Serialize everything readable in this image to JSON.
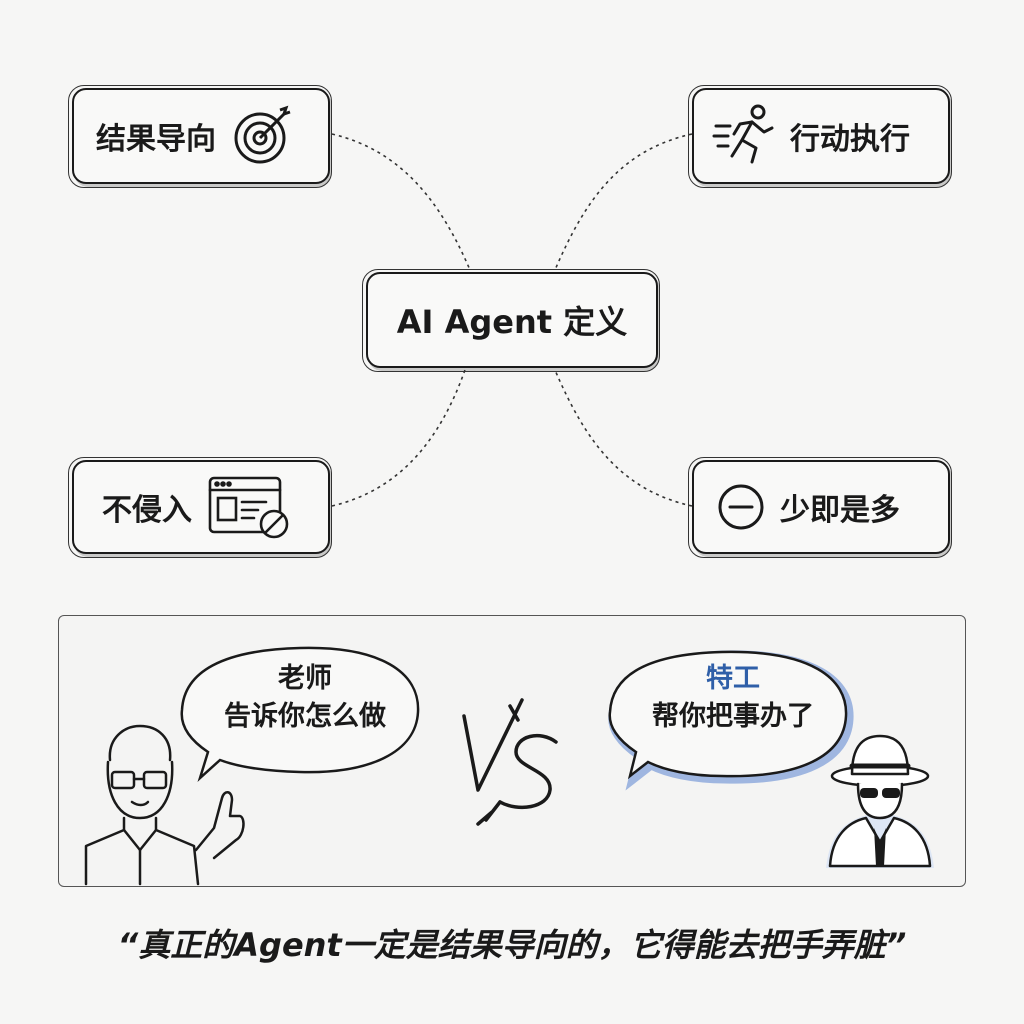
{
  "mindmap": {
    "center": "AI Agent 定义",
    "nodes": {
      "result": {
        "label": "结果导向",
        "icon": "target-icon"
      },
      "action": {
        "label": "行动执行",
        "icon": "running-person-icon"
      },
      "noninvasive": {
        "label": "不侵入",
        "icon": "browser-blocked-icon"
      },
      "less_is_more": {
        "label": "少即是多",
        "icon": "minus-circle-icon"
      }
    }
  },
  "comparison": {
    "teacher": {
      "line1": "老师",
      "line2": "告诉你怎么做",
      "icon": "teacher-person-icon"
    },
    "vs": "VS",
    "agent": {
      "line1": "特工",
      "line2": "帮你把事办了",
      "icon": "spy-agent-icon"
    },
    "colors": {
      "agent_title": "#2f5fa8",
      "agent_glow": "#9fb6e0"
    }
  },
  "quote": "“真正的Agent一定是结果导向的，它得能去把手弄脏”"
}
